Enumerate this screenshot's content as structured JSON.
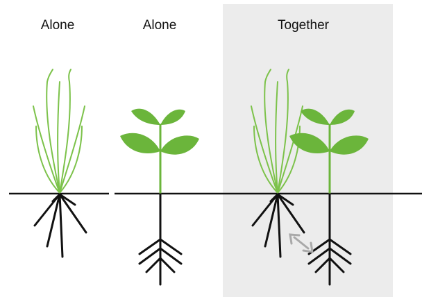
{
  "labels": {
    "panel_1": "Alone",
    "panel_2": "Alone",
    "panel_3": "Together"
  },
  "colors": {
    "grass": "#7cc24a",
    "leaf": "#6bb53b",
    "stem": "#6bb53b",
    "root": "#111111",
    "ground": "#111111",
    "together_bg": "#ececec",
    "interaction_arrow": "#a9a9a9"
  },
  "icons": {
    "grass_plant": "grass-plant-icon",
    "seedling_plant": "seedling-plant-icon",
    "interaction_arrow": "double-headed-arrow-icon"
  }
}
